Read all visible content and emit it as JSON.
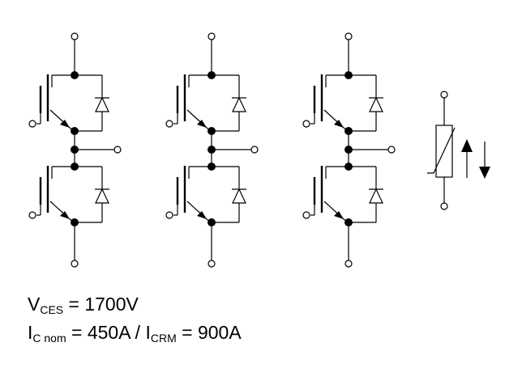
{
  "specs": {
    "vces": {
      "symbol": "V",
      "subscript": "CES",
      "relation": " = 1700V"
    },
    "ic": {
      "symbol1": "I",
      "subscript1": "C nom",
      "relation1": " = 450A / ",
      "symbol2": "I",
      "subscript2": "CRM",
      "relation2": " = 900A"
    }
  },
  "diagram": {
    "half_bridge_count": 3,
    "has_ntc_thermistor": true,
    "line_color": "#000000"
  }
}
